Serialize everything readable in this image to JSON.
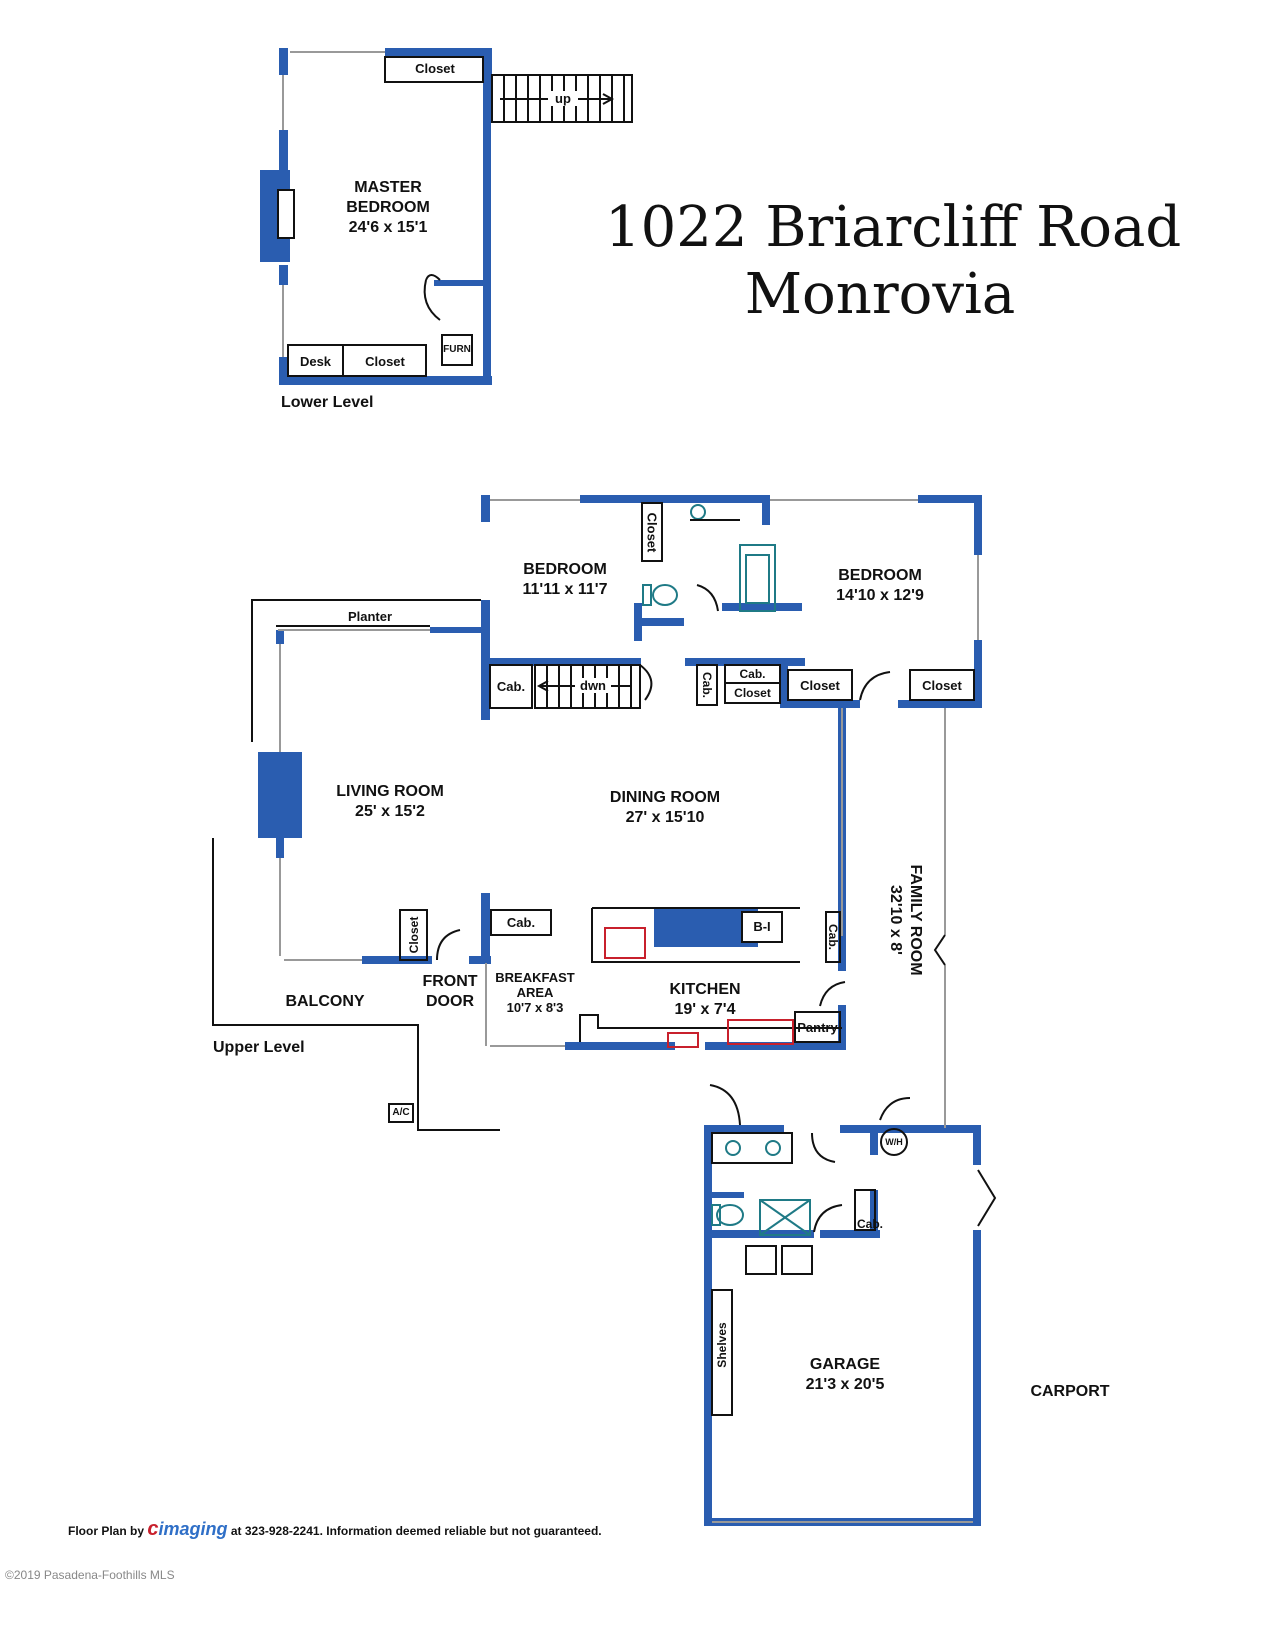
{
  "title": {
    "address": "1022 Briarcliff Road",
    "city": "Monrovia"
  },
  "levels": {
    "lower": "Lower Level",
    "upper": "Upper Level"
  },
  "rooms": {
    "master_bedroom": {
      "name": "MASTER",
      "name2": "BEDROOM",
      "size": "24'6 x 15'1"
    },
    "bedroom_2": {
      "name": "BEDROOM",
      "size": "11'11 x 11'7"
    },
    "bedroom_3": {
      "name": "BEDROOM",
      "size": "14'10 x 12'9"
    },
    "living_room": {
      "name": "LIVING ROOM",
      "size": "25' x 15'2"
    },
    "dining_room": {
      "name": "DINING ROOM",
      "size": "27' x 15'10"
    },
    "family_room": {
      "name": "FAMILY ROOM",
      "size": "32'10 x 8'"
    },
    "kitchen": {
      "name": "KITCHEN",
      "size": "19' x 7'4"
    },
    "breakfast": {
      "name": "BREAKFAST",
      "name2": "AREA",
      "size": "10'7 x 8'3"
    },
    "garage": {
      "name": "GARAGE",
      "size": "21'3 x 20'5"
    },
    "carport": {
      "name": "CARPORT"
    },
    "balcony": {
      "name": "BALCONY"
    },
    "front_door": {
      "name": "FRONT",
      "name2": "DOOR"
    }
  },
  "fixtures": {
    "closet": "Closet",
    "desk": "Desk",
    "furn": "FURN",
    "up": "up",
    "dwn": "dwn",
    "cab": "Cab.",
    "planter": "Planter",
    "pantry": "Pantry",
    "bi": "B-I",
    "ac": "A/C",
    "wh": "W/H",
    "shelves": "Shelves"
  },
  "footer": {
    "prefix": "Floor Plan by",
    "brand_mark": "c",
    "brand": "imaging",
    "suffix": "at 323-928-2241. Information deemed reliable but not guaranteed."
  },
  "copyright": "©2019 Pasadena-Foothills MLS",
  "colors": {
    "wall": "#2a5db0",
    "fixture": "#1f7a86",
    "appliance": "#c8202c"
  }
}
